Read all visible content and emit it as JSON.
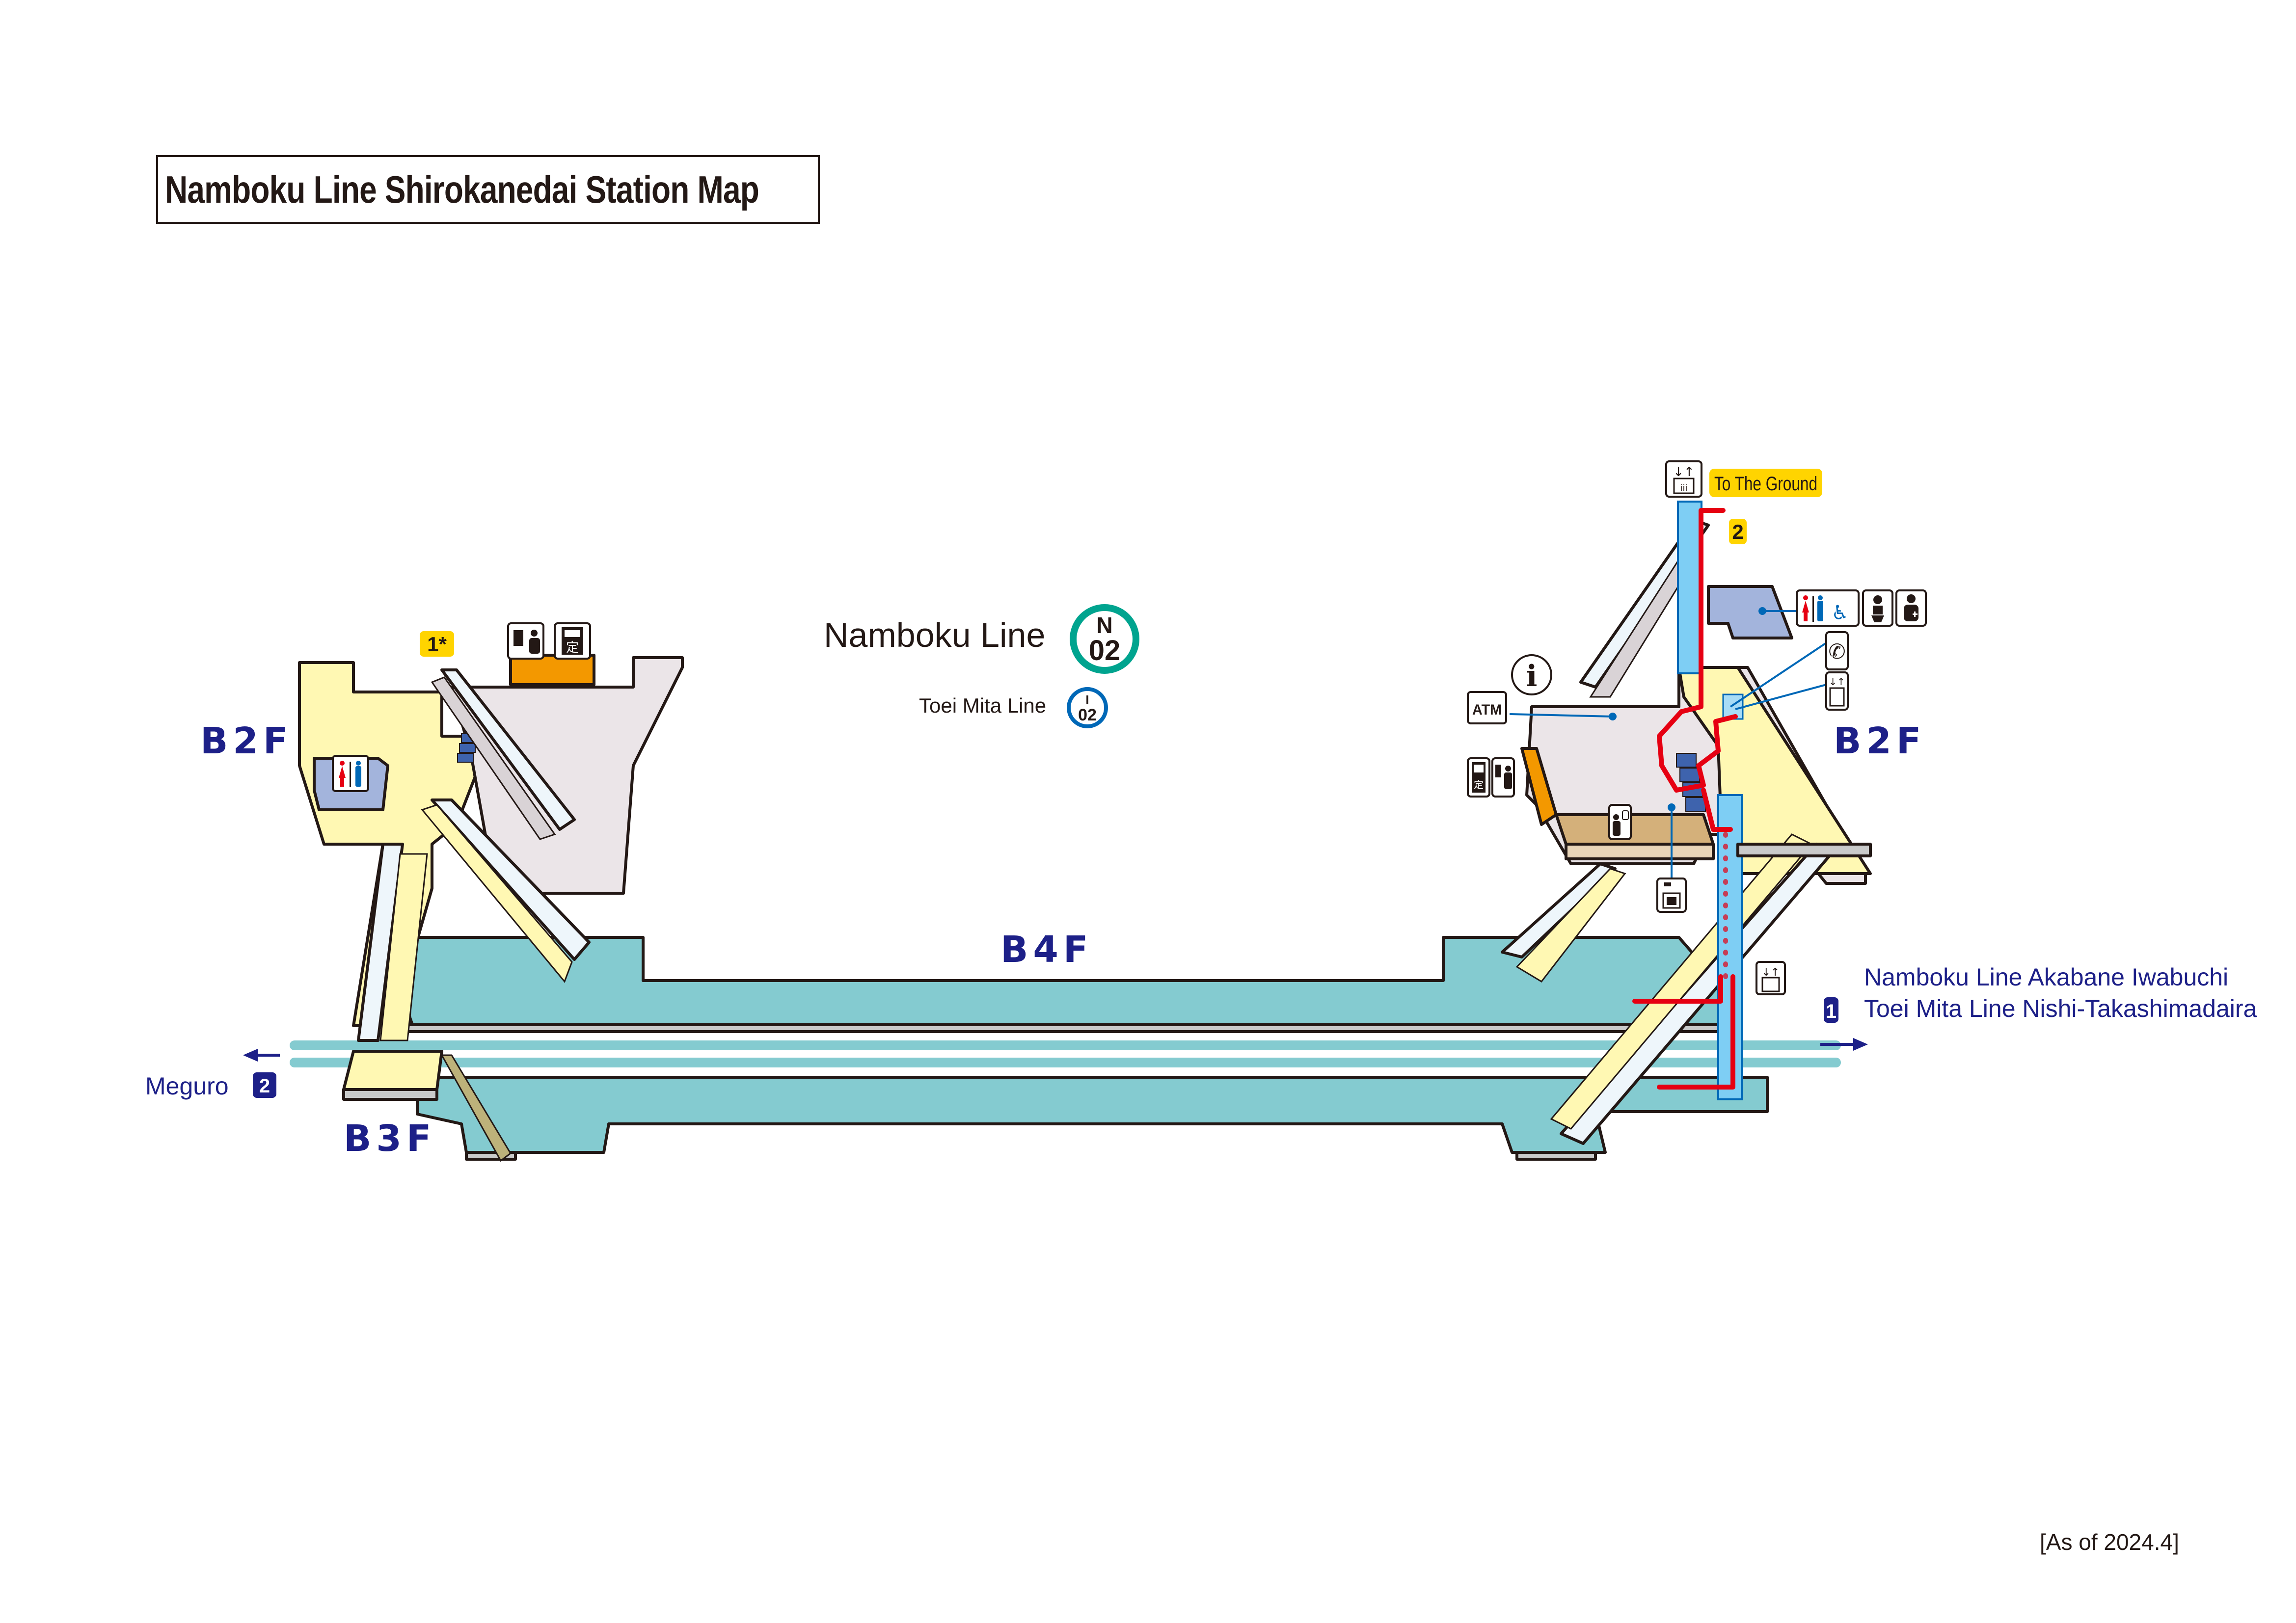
{
  "title": "Namboku Line Shirokanedai Station Map",
  "as_of": "[As of 2024.4]",
  "lines": {
    "namboku": {
      "name": "Namboku Line",
      "letter": "N",
      "number": "02",
      "color": "#00a48f"
    },
    "mita": {
      "name": "Toei Mita Line",
      "letter": "I",
      "number": "02",
      "color": "#0068b7"
    }
  },
  "floors": {
    "b2f_left": "B2F",
    "b2f_right": "B2F",
    "b3f": "B3F",
    "b4f": "B4F"
  },
  "exits": {
    "exit_1": "1*",
    "exit_2": "2",
    "to_ground": "To The Ground"
  },
  "destinations": {
    "westbound": {
      "label": "Meguro",
      "track": "2"
    },
    "eastbound": {
      "line1": "Namboku Line Akabane Iwabuchi",
      "line2": "Toei Mita Line Nishi-Takashimadaira",
      "track": "1"
    }
  },
  "facility_icons": {
    "left": [
      "ticket-vending-staff-icon",
      "commuter-pass-icon",
      "restroom-icon"
    ],
    "right": [
      "elevator-icon",
      "restroom-accessible-icon",
      "baby-changing-icon",
      "first-aid-icon",
      "telephone-icon",
      "elevator-icon",
      "information-icon",
      "atm-icon",
      "commuter-pass-icon",
      "ticket-vending-staff-icon",
      "station-office-icon",
      "coin-locker-icon",
      "elevator-icon"
    ]
  },
  "icon_text": {
    "atm": "ATM",
    "info": "i",
    "pass": "定"
  },
  "colors": {
    "platform": "#84cbd0",
    "concourse_yellow": "#fff8b3",
    "concourse_gray": "#ebe5e8",
    "restroom_area": "#a3b4dc",
    "ticket_counter": "#f39800",
    "station_office": "#d4b07a",
    "elevator": "#7ecef4",
    "barrier_free_route": "#e60012",
    "exit_badge": "#ffd400",
    "floor_label": "#1d2088"
  }
}
